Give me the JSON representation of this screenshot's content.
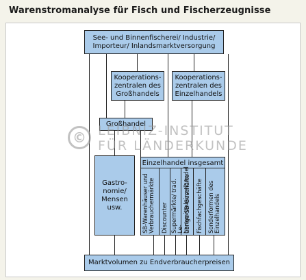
{
  "title": "Warenstromanalyse für Fisch und Fischerzeugnisse",
  "boxes": {
    "top": "See- und Binnenfischerei/ Industrie/\nImporteur/ Inlandsmarktversorgung",
    "koop_gross": "Kooperations-\nzentralen des\nGroßhandels",
    "koop_einzel": "Kooperations-\nzentralen des\nEinzelhandels",
    "grosshandel": "Großhandel",
    "gastronomie": "Gastro-\nnomie/\nMensen\nusw.",
    "einzelhandel": "Einzelhandel insgesamt",
    "markt": "Marktvolumen zu Endverbraucherpreisen"
  },
  "einzelhandel_columns": [
    "SB-Warenhäuser und\nVerbrauchermärkte",
    "Discounter",
    "Supermärkte/ trad. Le-\nbensmitteleinzelhandel",
    "übrige SB-Geschäfte",
    "Fischfachgeschäfte",
    "Sonderformen des\nEinzelhandels"
  ],
  "watermark": {
    "symbol": "©",
    "line1": "LEIBNIZ-INSTITUT",
    "line2": "FÜR LÄNDERKUNDE"
  }
}
